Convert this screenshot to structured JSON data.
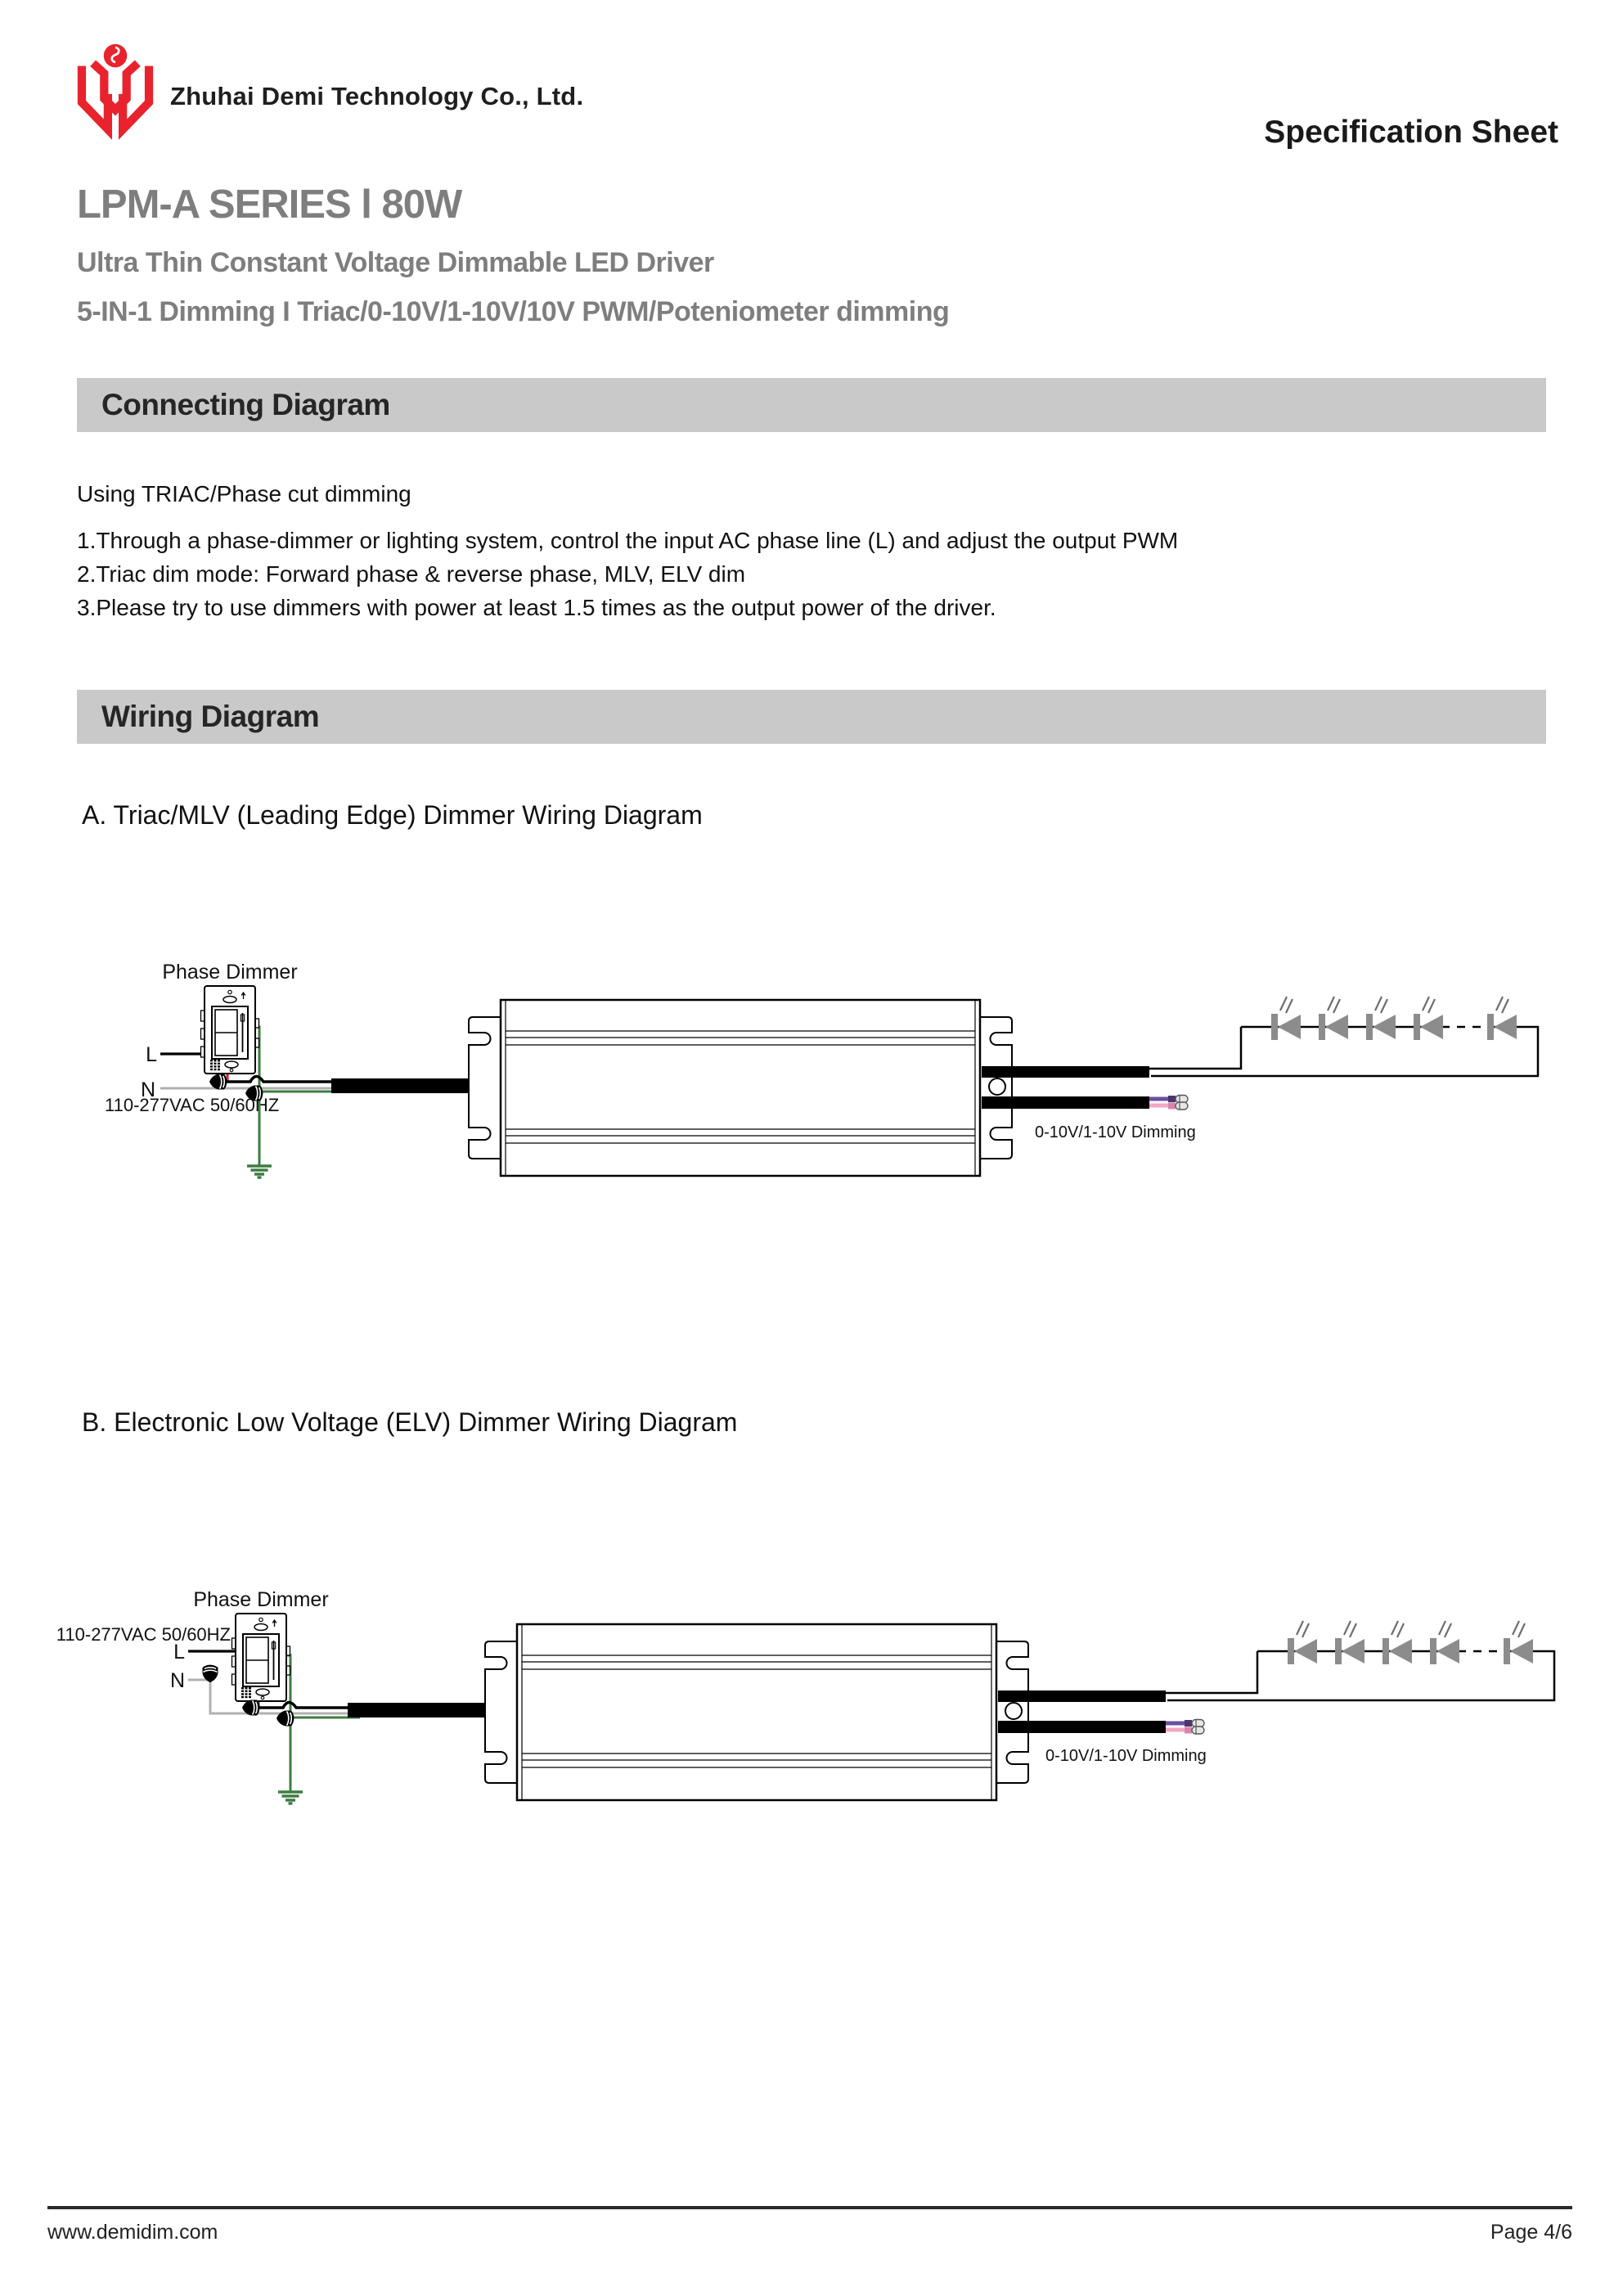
{
  "header": {
    "company": "Zhuhai Demi Technology Co., Ltd.",
    "sheet_title": "Specification Sheet"
  },
  "title": {
    "series": "LPM-A SERIES l 80W",
    "subtitle1": "Ultra Thin Constant Voltage Dimmable LED Driver",
    "subtitle2": "5-IN-1 Dimming I  Triac/0-10V/1-10V/10V PWM/Poteniometer dimming"
  },
  "sections": {
    "connecting": {
      "heading": "Connecting Diagram",
      "intro": "Using TRIAC/Phase cut dimming",
      "notes": [
        "1.Through a phase-dimmer or lighting system, control the input AC phase line (L) and adjust the output PWM",
        "2.Triac dim mode: Forward phase & reverse phase, MLV, ELV dim",
        "3.Please try to use dimmers with power at least 1.5 times as the output power of the driver."
      ]
    },
    "wiring": {
      "heading": "Wiring Diagram",
      "diagram_a_title": "A. Triac/MLV (Leading Edge) Dimmer Wiring Diagram",
      "diagram_b_title": "B. Electronic Low Voltage (ELV) Dimmer Wiring Diagram"
    }
  },
  "diagram_labels": {
    "phase_dimmer": "Phase Dimmer",
    "input_voltage": "110-277VAC 50/60HZ",
    "line": "L",
    "neutral": "N",
    "dimming": "0-10V/1-10V Dimming"
  },
  "footer": {
    "website": "www.demidim.com",
    "page": "Page 4/6"
  },
  "colors": {
    "logo_red": "#e8232e",
    "section_bar_gray": "#c9c9c9",
    "title_gray": "#7e7e7e",
    "wire_green": "#3e7d42",
    "wire_red": "#cc2a2a",
    "wire_neutral_gray": "#b0b0b0",
    "led_gray": "#8c8c8c",
    "dim_wire_purple": "#6b4fa0",
    "dim_wire_pink": "#f2a7c3"
  }
}
